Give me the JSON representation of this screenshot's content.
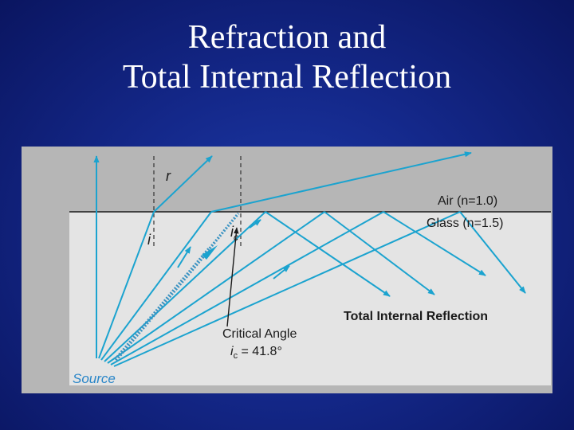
{
  "slide": {
    "title_line1": "Refraction and",
    "title_line2": "Total Internal Reflection"
  },
  "diagram": {
    "label_r": "r",
    "label_i": "i",
    "label_ic_main": "i",
    "label_ic_sub": "c",
    "air_label": "Air (n=1.0)",
    "glass_label": "Glass (n=1.5)",
    "tir_label": "Total Internal Reflection",
    "critical_label": "Critical Angle",
    "critical_value_main": "i",
    "critical_value_sub": "c",
    "critical_value_rest": " = 41.8°",
    "source_label": "Source",
    "colors": {
      "ray": "#1ba3cf",
      "critical_ray": "#3b93c2",
      "air_bg": "#b6b6b6",
      "glass_bg": "#e4e4e4",
      "interface": "#1a1a1a",
      "source_text": "#2a86c8"
    }
  }
}
